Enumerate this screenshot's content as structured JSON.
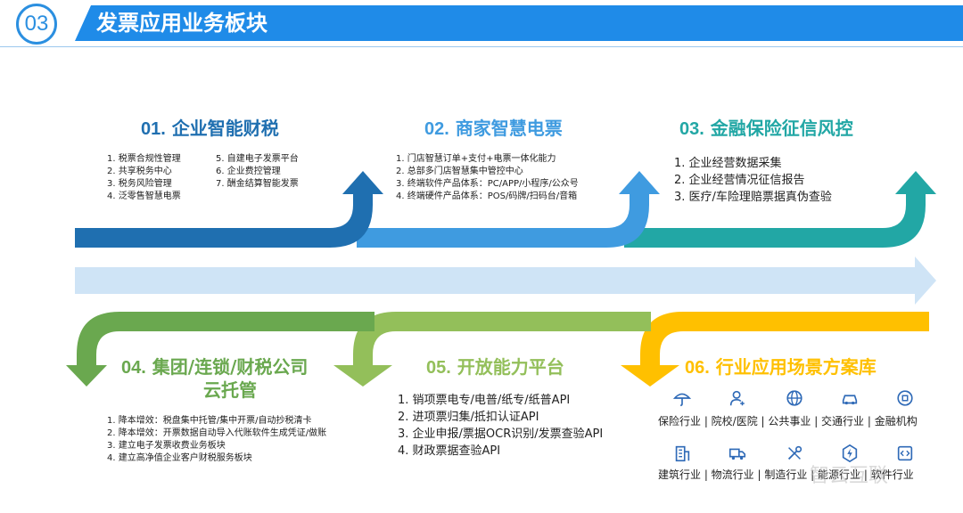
{
  "header": {
    "number": "03",
    "title": "发票应用业务板块"
  },
  "colors": {
    "accent": "#1f8be8",
    "s1": "#1f6fb0",
    "s2": "#3f9be0",
    "s3": "#22a7a5",
    "s4": "#6aa84f",
    "s5": "#93bf5a",
    "s6": "#ffc000",
    "timeline": "#cfe4f6"
  },
  "sections": [
    {
      "num": "01.",
      "title": "企业智能财税",
      "items": [
        "1. 税票合规性管理",
        "2. 共享税务中心",
        "3. 税务风险管理",
        "4. 泛零售智慧电票"
      ],
      "items2": [
        "5. 自建电子发票平台",
        "6. 企业费控管理",
        "7. 酬金结算智能发票"
      ]
    },
    {
      "num": "02.",
      "title": "商家智慧电票",
      "items": [
        "1. 门店智慧订单+支付+电票一体化能力",
        "2. 总部多门店智慧集中管控中心",
        "3. 终端软件产品体系：PC/APP/小程序/公众号",
        "4. 终端硬件产品体系：POS/码牌/扫码台/音箱"
      ]
    },
    {
      "num": "03.",
      "title": "金融保险征信风控",
      "items": [
        "1. 企业经营数据采集",
        "2. 企业经营情况征信报告",
        "3. 医疗/车险理赔票据真伪查验"
      ]
    },
    {
      "num": "04.",
      "title": "集团/连锁/财税公司",
      "title2": "云托管",
      "items": [
        "1. 降本增效：税盘集中托管/集中开票/自动抄税清卡",
        "2. 降本增效：开票数据自动导入代账软件生成凭证/做账",
        "3. 建立电子发票收费业务板块",
        "4. 建立高净值企业客户财税服务板块"
      ]
    },
    {
      "num": "05.",
      "title": "开放能力平台",
      "items": [
        "1. 销项票电专/电普/纸专/纸普API",
        "2. 进项票归集/抵扣认证API",
        "3. 企业申报/票据OCR识别/发票查验API",
        "4. 财政票据查验API"
      ]
    },
    {
      "num": "06.",
      "title": "行业应用场景方案库",
      "row1": "保险行业 | 院校/医院 | 公共事业 | 交通行业 | 金融机构",
      "row2": "建筑行业 | 物流行业 | 制造行业 | 能源行业 | 软件行业",
      "icons_row1": [
        "umbrella-icon",
        "user-doctor-icon",
        "globe-icon",
        "car-icon",
        "bank-icon"
      ],
      "icons_row2": [
        "building-icon",
        "truck-icon",
        "tools-icon",
        "energy-icon",
        "code-icon"
      ]
    }
  ],
  "watermark": "智云互联"
}
